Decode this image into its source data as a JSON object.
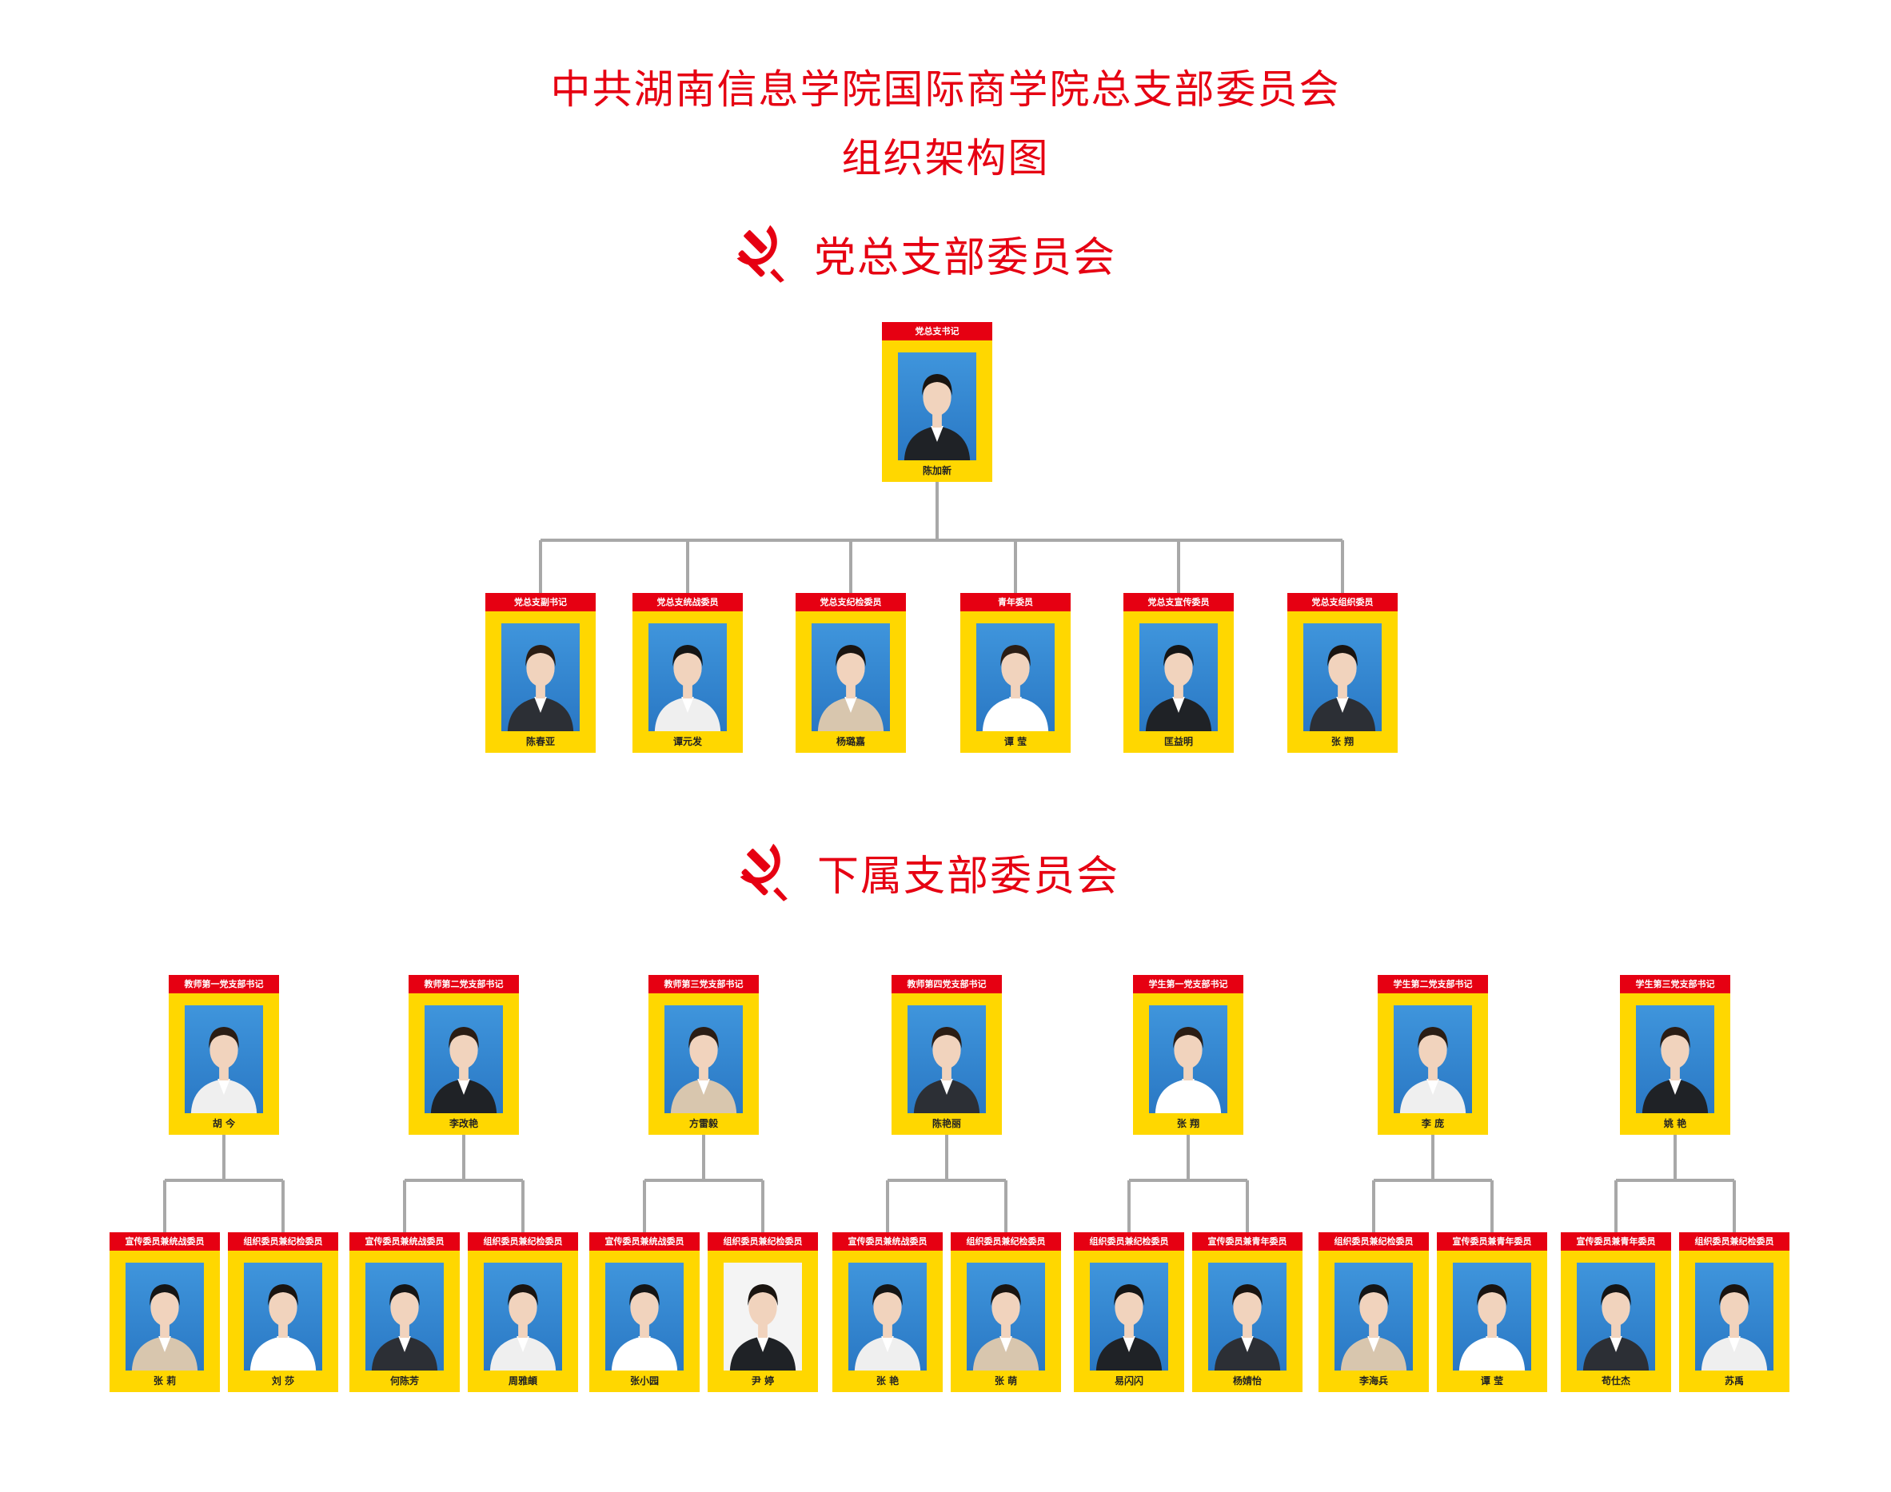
{
  "title": {
    "line1": "中共湖南信息学院国际商学院总支部委员会",
    "line2": "组织架构图"
  },
  "sections": {
    "general": "党总支部委员会",
    "sub": "下属支部委员会"
  },
  "colors": {
    "accent_red": "#e60012",
    "card_yellow": "#ffd700",
    "photo_blue": "#2f86d1",
    "line_gray": "#a8a8a8"
  },
  "icons": {
    "section_emblem": "hammer-and-sickle-icon"
  },
  "general_committee": {
    "secretary": {
      "role": "党总支书记",
      "name": "陈加新",
      "photo": "blue"
    },
    "members": [
      {
        "role": "党总支副书记",
        "name": "陈春亚",
        "photo": "blue"
      },
      {
        "role": "党总支统战委员",
        "name": "谭元发",
        "photo": "blue"
      },
      {
        "role": "党总支纪检委员",
        "name": "杨璐嘉",
        "photo": "blue"
      },
      {
        "role": "青年委员",
        "name": "谭 莹",
        "photo": "blue"
      },
      {
        "role": "党总支宣传委员",
        "name": "匡益明",
        "photo": "blue"
      },
      {
        "role": "党总支组织委员",
        "name": "张 翔",
        "photo": "blue"
      }
    ]
  },
  "branches": [
    {
      "secretary": {
        "role": "教师第一党支部书记",
        "name": "胡 今",
        "photo": "blue"
      },
      "members": [
        {
          "role": "宣传委员兼统战委员",
          "name": "张 莉",
          "photo": "blue"
        },
        {
          "role": "组织委员兼纪检委员",
          "name": "刘 莎",
          "photo": "blue"
        }
      ]
    },
    {
      "secretary": {
        "role": "教师第二党支部书记",
        "name": "李改艳",
        "photo": "blue"
      },
      "members": [
        {
          "role": "宣传委员兼统战委员",
          "name": "何陈芳",
          "photo": "blue"
        },
        {
          "role": "组织委员兼纪检委员",
          "name": "周雅頔",
          "photo": "blue"
        }
      ]
    },
    {
      "secretary": {
        "role": "教师第三党支部书记",
        "name": "方雷毅",
        "photo": "blue"
      },
      "members": [
        {
          "role": "宣传委员兼统战委员",
          "name": "张小园",
          "photo": "blue"
        },
        {
          "role": "组织委员兼纪检委员",
          "name": "尹 婷",
          "photo": "white"
        }
      ]
    },
    {
      "secretary": {
        "role": "教师第四党支部书记",
        "name": "陈艳丽",
        "photo": "blue"
      },
      "members": [
        {
          "role": "宣传委员兼统战委员",
          "name": "张 艳",
          "photo": "blue"
        },
        {
          "role": "组织委员兼纪检委员",
          "name": "张 萌",
          "photo": "blue"
        }
      ]
    },
    {
      "secretary": {
        "role": "学生第一党支部书记",
        "name": "张 翔",
        "photo": "blue"
      },
      "members": [
        {
          "role": "组织委员兼纪检委员",
          "name": "易闪闪",
          "photo": "blue"
        },
        {
          "role": "宣传委员兼青年委员",
          "name": "杨婧怡",
          "photo": "blue"
        }
      ]
    },
    {
      "secretary": {
        "role": "学生第二党支部书记",
        "name": "李 庞",
        "photo": "blue"
      },
      "members": [
        {
          "role": "组织委员兼纪检委员",
          "name": "李海兵",
          "photo": "blue"
        },
        {
          "role": "宣传委员兼青年委员",
          "name": "谭 莹",
          "photo": "blue"
        }
      ]
    },
    {
      "secretary": {
        "role": "学生第三党支部书记",
        "name": "姚 艳",
        "photo": "blue"
      },
      "members": [
        {
          "role": "宣传委员兼青年委员",
          "name": "苟仕杰",
          "photo": "blue"
        },
        {
          "role": "组织委员兼纪检委员",
          "name": "苏禹",
          "photo": "blue"
        }
      ]
    }
  ]
}
